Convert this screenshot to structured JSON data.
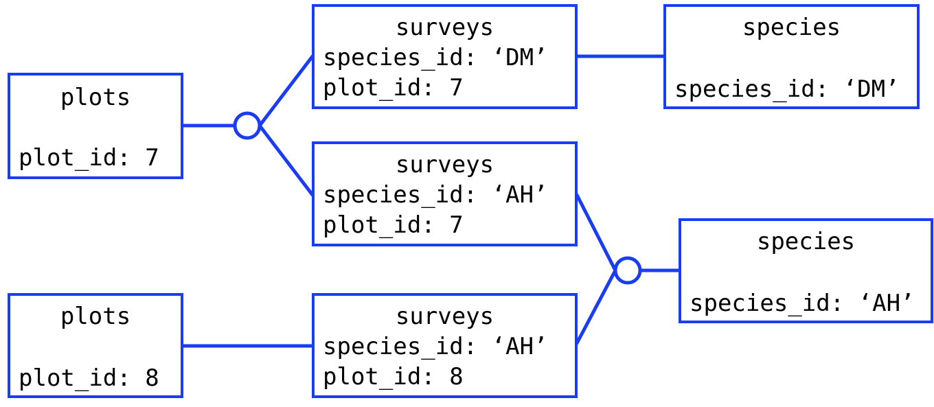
{
  "colors": {
    "stroke": "#1a3cf5",
    "text": "#000000",
    "background": "#ffffff"
  },
  "nodes": {
    "plots_7": {
      "title": "plots",
      "fields": [
        "",
        "plot_id: 7"
      ]
    },
    "plots_8": {
      "title": "plots",
      "fields": [
        "",
        "plot_id: 8"
      ]
    },
    "surveys_1": {
      "title": "surveys",
      "fields": [
        "species_id: ‘DM’",
        "plot_id: 7"
      ]
    },
    "surveys_2": {
      "title": "surveys",
      "fields": [
        "species_id: ‘AH’",
        "plot_id: 7"
      ]
    },
    "surveys_3": {
      "title": "surveys",
      "fields": [
        "species_id: ‘AH’",
        "plot_id: 8"
      ]
    },
    "species_dm": {
      "title": "species",
      "fields": [
        "",
        "species_id: ‘DM’"
      ]
    },
    "species_ah": {
      "title": "species",
      "fields": [
        "",
        "species_id: ‘AH’"
      ]
    }
  }
}
